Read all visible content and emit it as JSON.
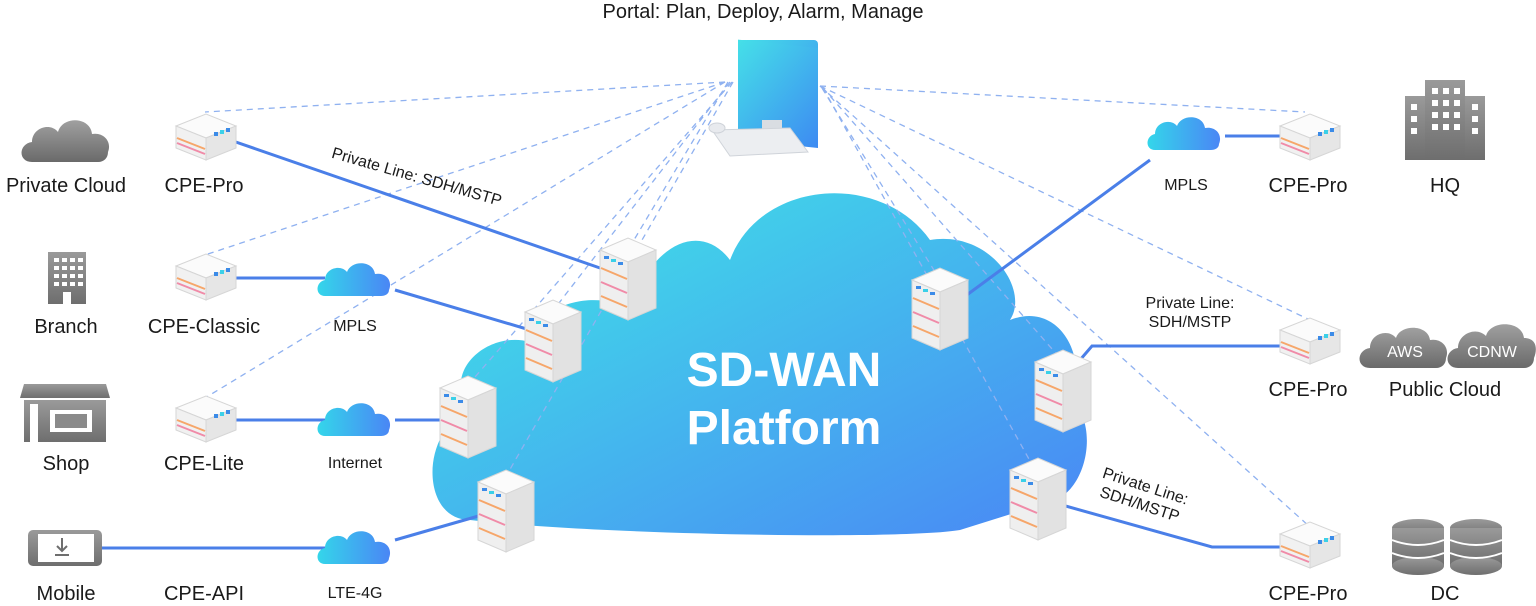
{
  "portal": {
    "label": "Portal: Plan, Deploy, Alarm, Manage",
    "icon": "monitor-icon"
  },
  "platform": {
    "title_line1": "SD-WAN",
    "title_line2": "Platform"
  },
  "left_sites": [
    {
      "site": "Private Cloud",
      "site_icon": "cloud-icon",
      "device": "CPE-Pro"
    },
    {
      "site": "Branch",
      "site_icon": "building-icon",
      "device": "CPE-Classic",
      "link": "MPLS"
    },
    {
      "site": "Shop",
      "site_icon": "shop-icon",
      "device": "CPE-Lite",
      "link": "Internet"
    },
    {
      "site": "Mobile",
      "site_icon": "mobile-phone-icon",
      "device": "CPE-API",
      "link": "LTE-4G"
    }
  ],
  "left_private_line": "Private Line: SDH/MSTP",
  "right_sites": [
    {
      "site": "HQ",
      "site_icon": "office-building-icon",
      "device": "CPE-Pro",
      "link": "MPLS"
    },
    {
      "site": "Public Cloud",
      "site_icon": "cloud-icon",
      "device": "CPE-Pro",
      "link": "Private Line:\nSDH/MSTP",
      "clouds": [
        "AWS",
        "CDNW"
      ]
    },
    {
      "site": "DC",
      "site_icon": "database-icon",
      "device": "CPE-Pro",
      "link": "Private Line:\nSDH/MSTP"
    }
  ],
  "colors": {
    "link_line": "#4a7fe8",
    "mgmt_dash": "#8fb1f0",
    "cloud_grad_start": "#3ee0e8",
    "cloud_grad_end": "#4a86f5",
    "gray_icon": "#8a8a8a"
  }
}
